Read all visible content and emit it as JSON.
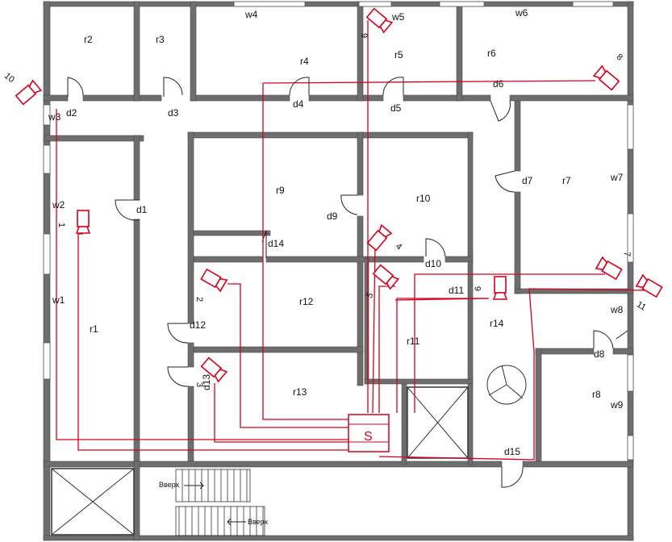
{
  "rooms": [
    "r1",
    "r2",
    "r3",
    "r4",
    "r5",
    "r6",
    "r7",
    "r8",
    "r9",
    "r10",
    "r11",
    "r12",
    "r13",
    "r14"
  ],
  "doors": [
    "d1",
    "d2",
    "d3",
    "d4",
    "d5",
    "d6",
    "d7",
    "d8",
    "d9",
    "d10",
    "d11",
    "d12",
    "d13",
    "d14",
    "d15"
  ],
  "windows": [
    "w1",
    "w2",
    "w3",
    "w4",
    "w5",
    "w6",
    "w7",
    "w8",
    "w9"
  ],
  "cameras": [
    "1",
    "2",
    "3",
    "4",
    "5",
    "6",
    "7",
    "8",
    "9",
    "10",
    "11"
  ],
  "server_label": "S",
  "stairs_label_1": "Вверх",
  "stairs_label_2": "Вверх",
  "colors": {
    "wiring": "#d6001c",
    "wall": "#6e6e6e"
  }
}
